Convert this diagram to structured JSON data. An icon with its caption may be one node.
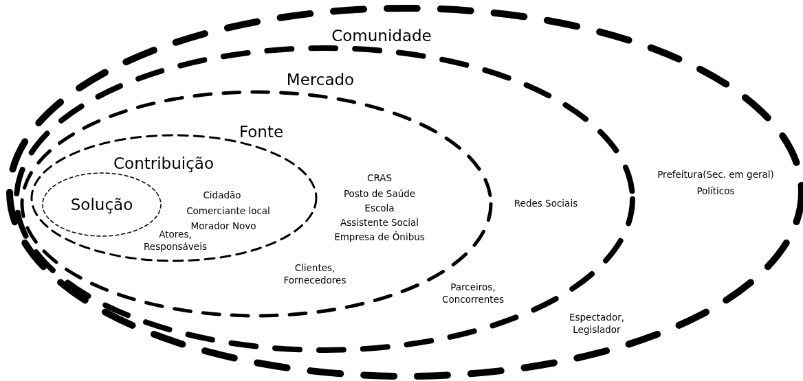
{
  "diagram": {
    "nodes": [
      {
        "text": [
          "Comunidade",
          "Prefeitura(Sec. em geral)",
          "Políticos",
          "Espectador, Legislador"
        ]
      },
      {
        "text": [
          "Mercado",
          "Redes Sociais",
          "Parceiros, Concorrentes"
        ],
        "in": 0
      },
      {
        "text": [
          "Fonte",
          "CRAS",
          "Posto de Saúde",
          "Escola",
          "Assistente Social",
          "Empresa de Ônibus",
          "Clientes, Fornecedores"
        ],
        "in": 1
      },
      {
        "text": [
          "Contribuição",
          "Cidadão",
          "Comerciante local",
          "Morador Novo",
          "Atores, Responsáveis"
        ],
        "in": 2
      },
      {
        "text": [
          "Solução"
        ],
        "in": 3
      }
    ]
  }
}
